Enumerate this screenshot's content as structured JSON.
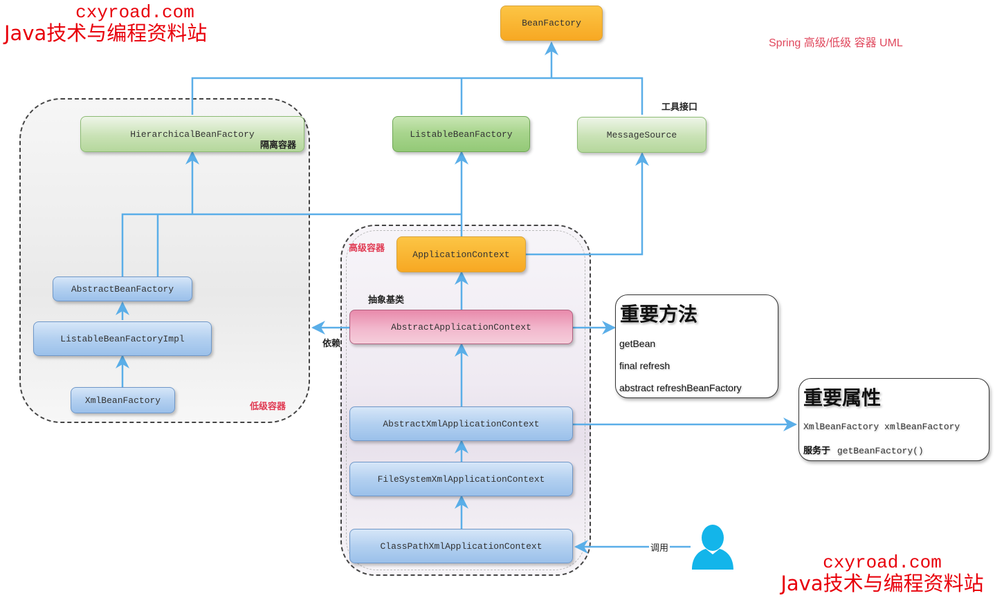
{
  "watermark": {
    "top_left": {
      "url": "cxyroad.com",
      "site": "Java技术与编程资料站"
    },
    "bottom_right": {
      "url": "cxyroad.com",
      "site": "Java技术与编程资料站"
    }
  },
  "diagram_title": "Spring 高级/低级 容器 UML",
  "containers": {
    "low": {
      "label": "低级容器"
    },
    "high": {
      "label": "高级容器"
    }
  },
  "nodes": {
    "bean_factory": "BeanFactory",
    "hierarchical_bean_factory": "HierarchicalBeanFactory",
    "listable_bean_factory": "ListableBeanFactory",
    "message_source": "MessageSource",
    "abstract_bean_factory": "AbstractBeanFactory",
    "listable_bean_factory_impl": "ListableBeanFactoryImpl",
    "xml_bean_factory": "XmlBeanFactory",
    "application_context": "ApplicationContext",
    "abstract_application_context": "AbstractApplicationContext",
    "abstract_xml_application_context": "AbstractXmlApplicationContext",
    "file_system_xml_application_context": "FileSystemXmlApplicationContext",
    "class_path_xml_application_context": "ClassPathXmlApplicationContext"
  },
  "annotations": {
    "isolation_container": "隔离容器",
    "tool_interface": "工具接口",
    "abstract_base_class": "抽象基类",
    "depends": "依赖",
    "invoke": "调用"
  },
  "important_methods": {
    "title": "重要方法",
    "items": [
      "getBean",
      "final refresh",
      "abstract refreshBeanFactory"
    ]
  },
  "important_properties": {
    "title": "重要属性",
    "field": "XmlBeanFactory xmlBeanFactory",
    "serves_prefix": "服务于",
    "serves_method": "getBeanFactory()"
  },
  "colors": {
    "connector": "#5aaee8",
    "accent_red": "#e03a52",
    "watermark_red": "#e8000b",
    "user_icon": "#13b5ea"
  }
}
